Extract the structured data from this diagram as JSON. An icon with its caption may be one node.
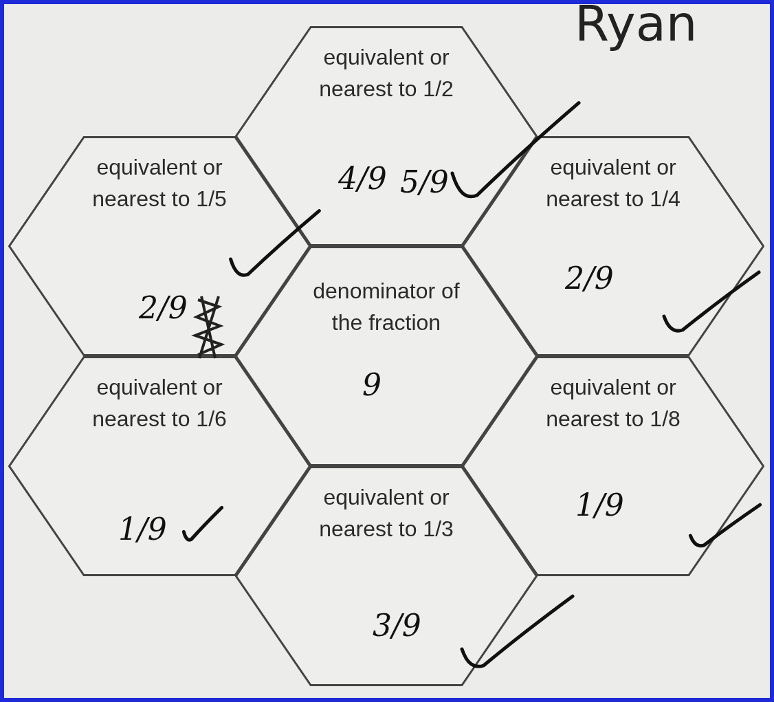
{
  "diagram": {
    "nodes": [
      {
        "text": [
          "equivalent or nearest to 1/2",
          "4/9",
          "5/9"
        ]
      },
      {
        "text": [
          "equivalent or nearest to 1/5",
          "2/9"
        ]
      },
      {
        "text": [
          "equivalent or nearest to 1/4",
          "2/9"
        ]
      },
      {
        "text": [
          "denominator of the fraction",
          "9"
        ]
      },
      {
        "text": [
          "equivalent or nearest to 1/6",
          "1/9"
        ]
      },
      {
        "text": [
          "equivalent or nearest to 1/8",
          "1/9"
        ]
      },
      {
        "text": [
          "equivalent or nearest to 1/3",
          "3/9"
        ]
      }
    ],
    "labels": [
      "Ryan"
    ]
  }
}
